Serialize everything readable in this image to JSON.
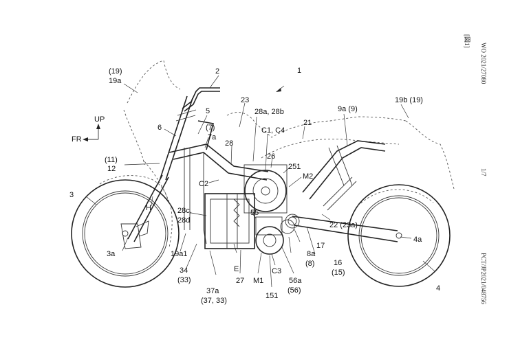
{
  "margin": {
    "doc_top": "WO 2021/27080",
    "fig": "[図1]",
    "page": "1/7",
    "doc_bottom": "PCT/JP2021/048756"
  },
  "direction": {
    "up": "UP",
    "front": "FR"
  },
  "labels": {
    "l1": "1",
    "l2": "2",
    "l19": "(19)",
    "l19a": "19a",
    "l23": "23",
    "l5": "5",
    "l6": "6",
    "l7": "(7)",
    "l7a": "7a",
    "l28ab": "28a, 28b",
    "l28": "28",
    "lc1c4": "C1, C4",
    "l21": "21",
    "l9a": "9a (9)",
    "l19b": "19b (19)",
    "l11": "(11)",
    "l12": "12",
    "l26": "26",
    "l251": "251",
    "lm2": "M2",
    "lc2": "C2",
    "l3": "3",
    "lh": "H",
    "l28c": "28c,",
    "l28d": "28d",
    "l55": "55",
    "l22": "22 (23a)",
    "l4a": "4a",
    "l17": "17",
    "l8a": "8a",
    "l8": "(8)",
    "l16": "16",
    "l15": "(15)",
    "l3a": "3a",
    "l19a1": "19a1",
    "l34": "34",
    "l33": "(33)",
    "le": "E",
    "l27": "27",
    "lm1": "M1",
    "lc3": "C3",
    "l56a": "56a",
    "l56": "(56)",
    "l4": "4",
    "l37a": "37a",
    "l3733": "(37, 33)",
    "l151": "151"
  }
}
